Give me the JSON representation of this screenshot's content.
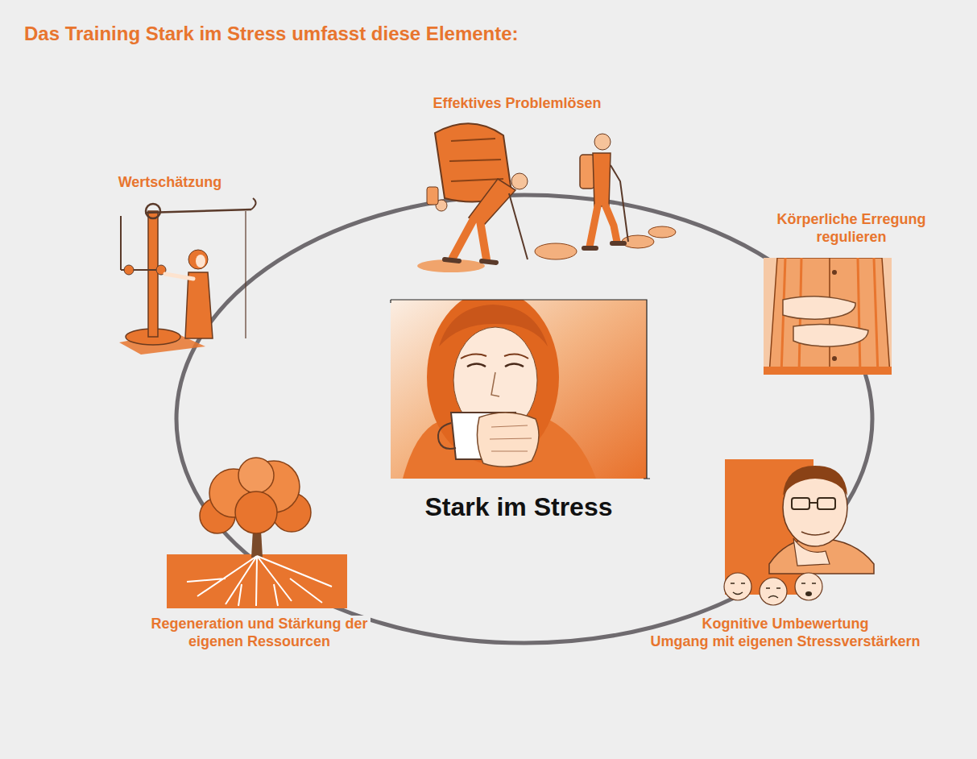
{
  "diagram": {
    "title": "Das Training Stark im Stress umfasst diese Elemente:",
    "nodes": [
      {
        "text": [
          "Effektives Problemlösen"
        ]
      },
      {
        "text": [
          "Wertschätzung"
        ]
      },
      {
        "text": [
          "Körperliche Erregung regulieren"
        ]
      },
      {
        "text": [
          "Stark im Stress"
        ]
      },
      {
        "text": [
          "Regeneration und Stärkung der eigenen Ressourcen"
        ]
      },
      {
        "text": [
          "Kognitive Umbewertung",
          "Umgang mit eigenen Stressverstärkern"
        ]
      }
    ]
  }
}
